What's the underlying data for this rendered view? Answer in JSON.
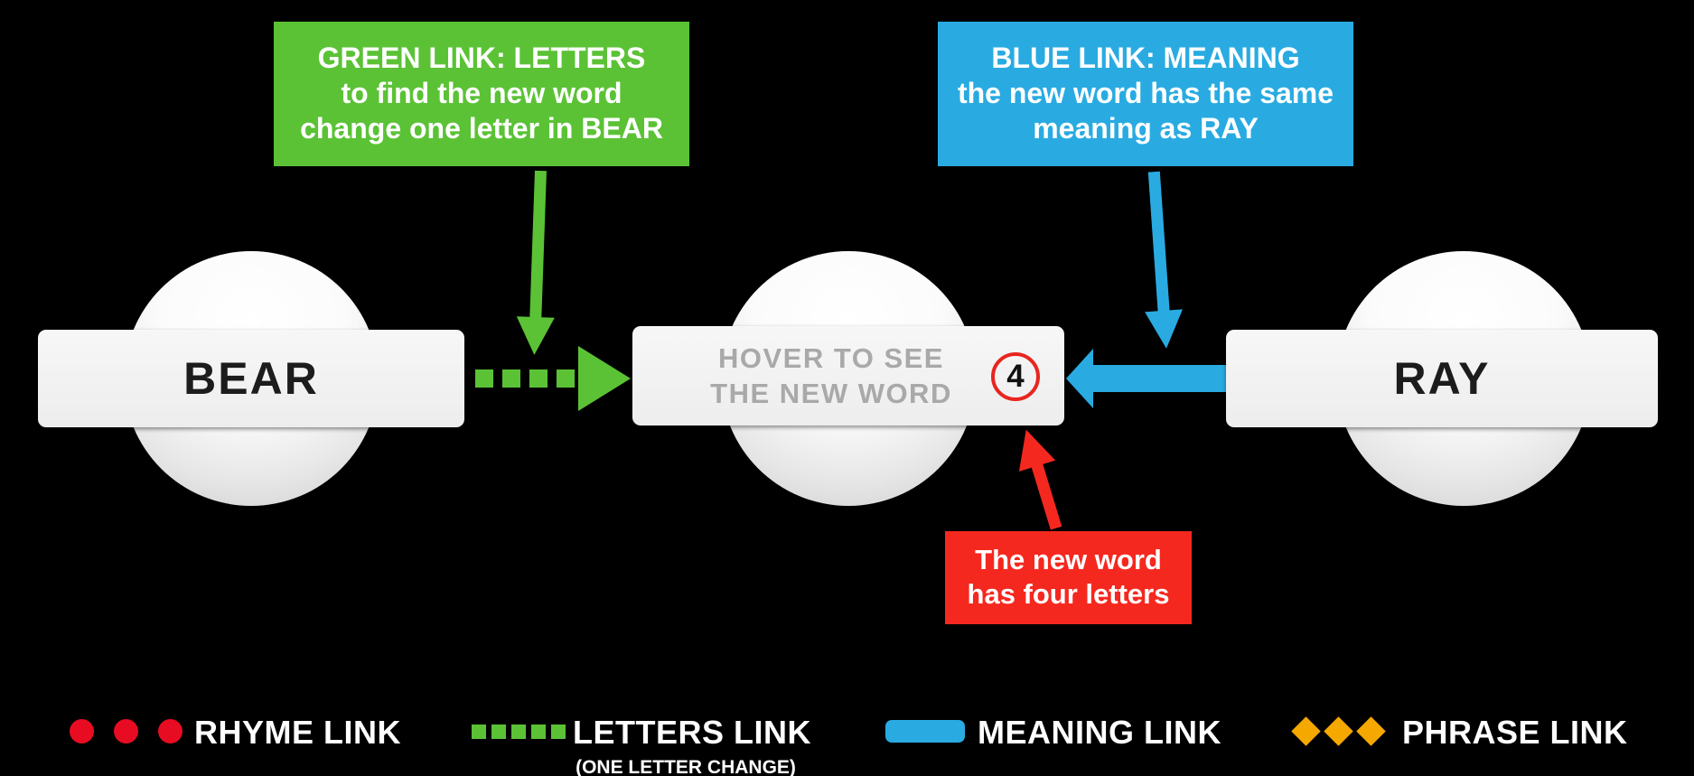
{
  "callouts": {
    "green": {
      "line1": "GREEN LINK: LETTERS",
      "line2": "to find the new word",
      "line3": "change one letter in BEAR"
    },
    "blue": {
      "line1": "BLUE LINK: MEANING",
      "line2": "the new word has the same",
      "line3": "meaning as RAY"
    },
    "red": {
      "line1": "The new word",
      "line2": "has four letters"
    }
  },
  "nodes": {
    "bear": {
      "label": "BEAR"
    },
    "mystery": {
      "hint_line1": "HOVER TO SEE",
      "hint_line2": "THE NEW WORD",
      "letter_count": "4"
    },
    "ray": {
      "label": "RAY"
    }
  },
  "legend": {
    "rhyme": {
      "label": "RHYME LINK"
    },
    "letters": {
      "label": "LETTERS LINK",
      "sublabel": "(ONE LETTER CHANGE)"
    },
    "meaning": {
      "label": "MEANING LINK"
    },
    "phrase": {
      "label": "PHRASE LINK"
    }
  },
  "colors": {
    "green": "#5bc236",
    "blue": "#29abe2",
    "red": "#f5281f",
    "red_dot": "#e80c22",
    "orange": "#f5a800",
    "badge_ring": "#e8251f"
  }
}
